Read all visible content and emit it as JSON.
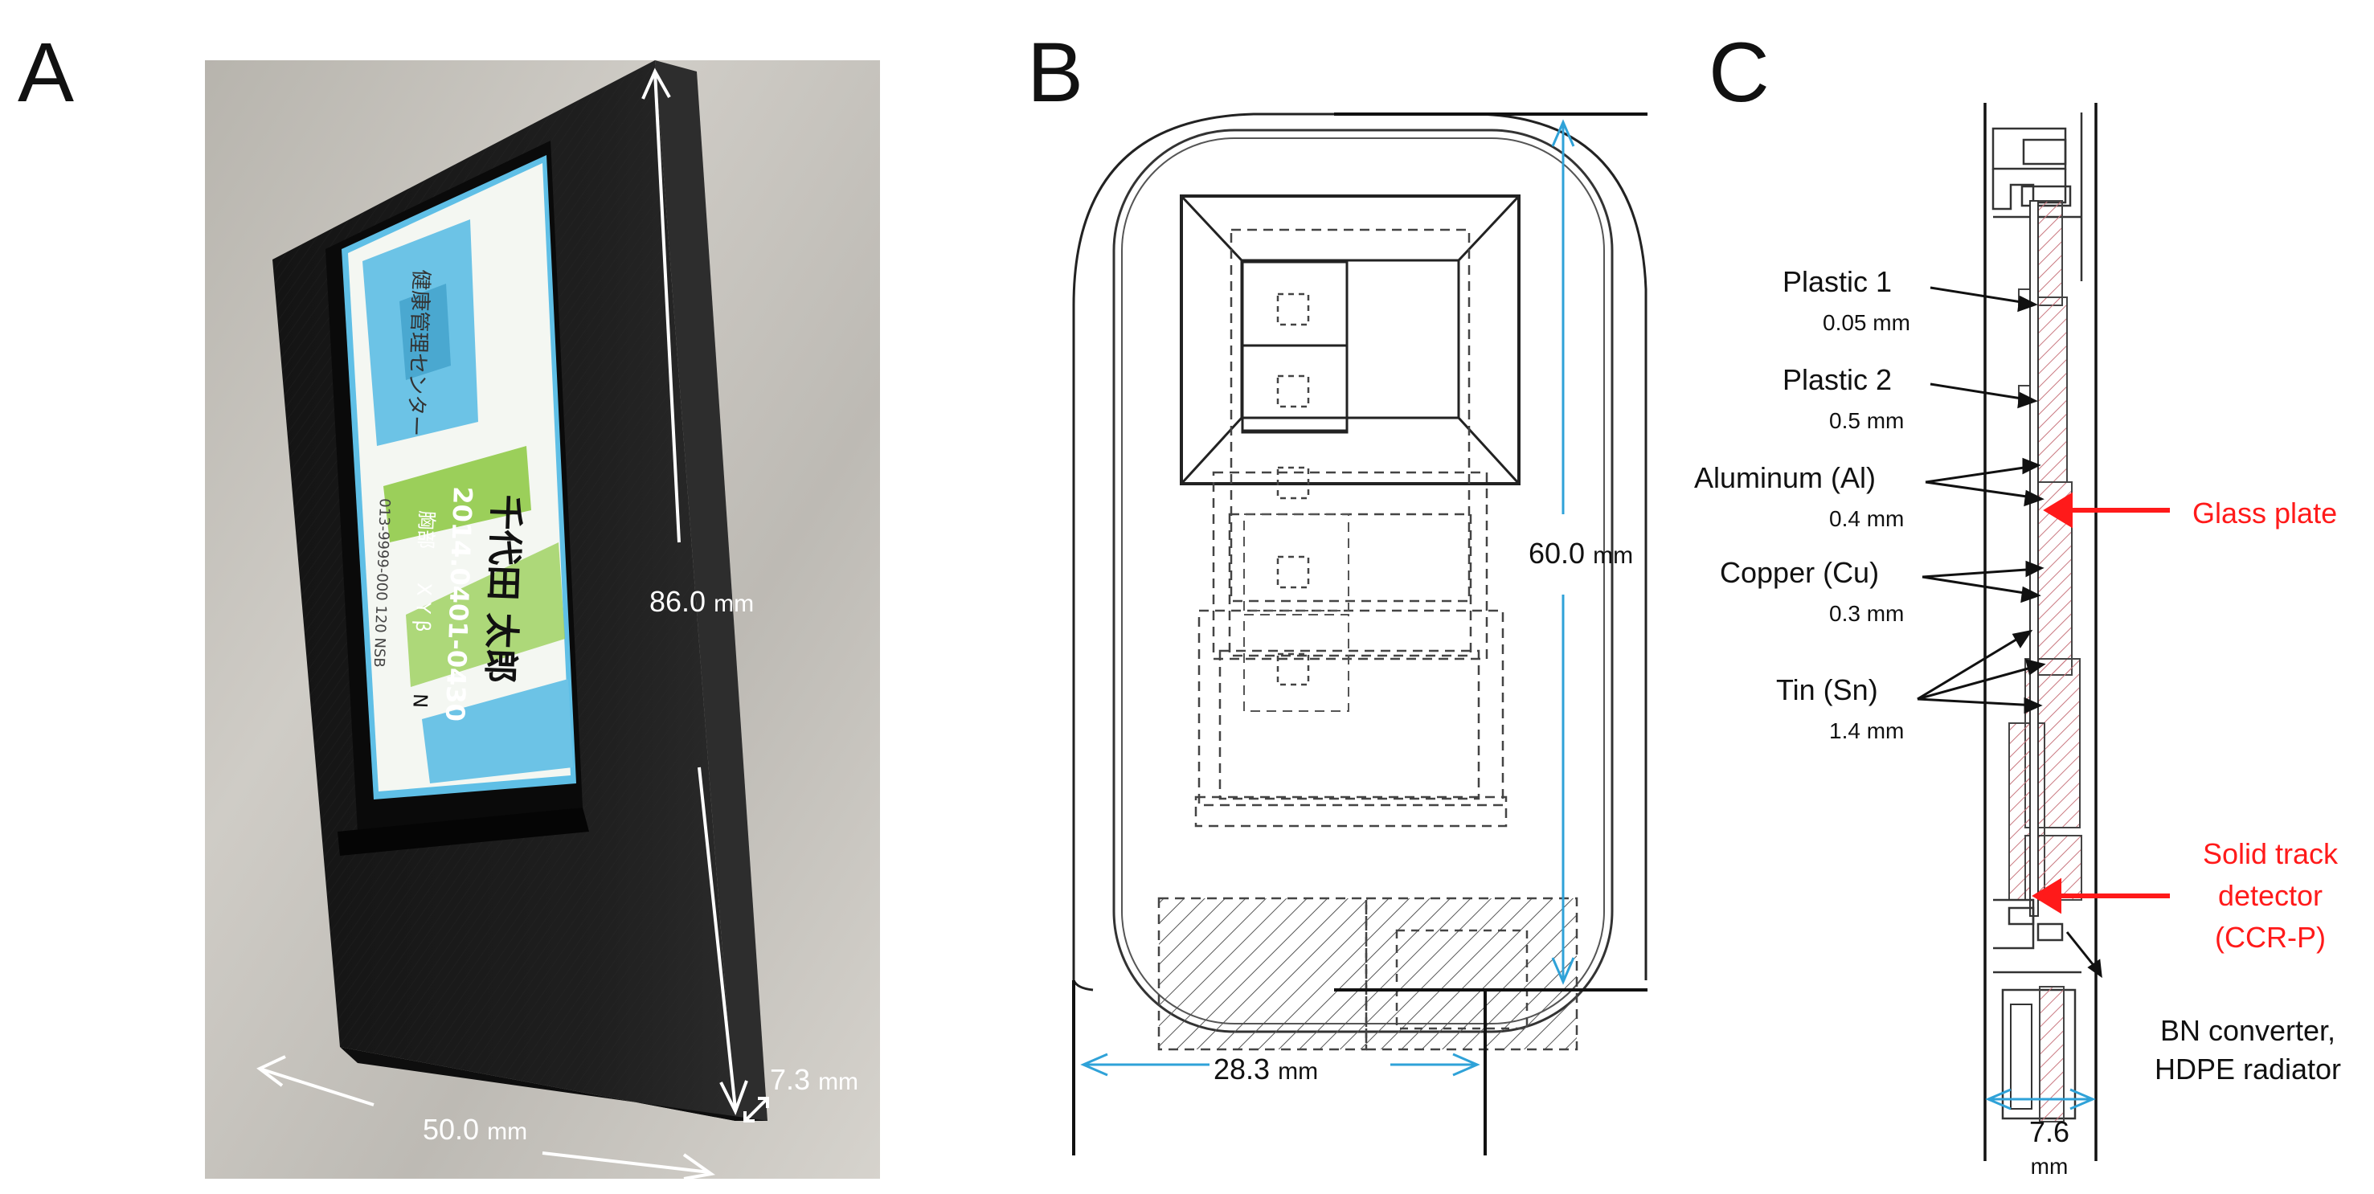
{
  "panels": {
    "a": {
      "label": "A",
      "height_value": "86.0",
      "width_value": "50.0",
      "depth_value": "7.3",
      "unit": "mm",
      "card": {
        "name": "千代田 太郎",
        "number": "2014.0401-0430",
        "org": "健康管理センター",
        "dept": "胸部",
        "tags": "X Y β",
        "tag_n": "N",
        "serial": "013-9999-000 120 NSB"
      }
    },
    "b": {
      "label": "B",
      "height_value": "60.0",
      "width_value": "28.3",
      "unit": "mm"
    },
    "c": {
      "label": "C",
      "layers": [
        {
          "name": "Plastic 1",
          "thickness": "0.05 mm"
        },
        {
          "name": "Plastic 2",
          "thickness": "0.5 mm"
        },
        {
          "name": "Aluminum (Al)",
          "thickness": "0.4 mm"
        },
        {
          "name": "Copper (Cu)",
          "thickness": "0.3 mm"
        },
        {
          "name": "Tin (Sn)",
          "thickness": "1.4 mm"
        }
      ],
      "glass_plate": "Glass plate",
      "detector_line1": "Solid track",
      "detector_line2": "detector",
      "detector_line3": "(CCR-P)",
      "converter_line1": "BN converter,",
      "converter_line2": "HDPE radiator",
      "width_value": "7.6",
      "width_unit": "mm"
    }
  },
  "colors": {
    "dimension_arrow": "#2fa2d8",
    "highlight": "#ff1a1a",
    "hatch": "#c9777f",
    "holder_black": "#1b1b1b",
    "card_blue": "#6cc3e6"
  }
}
